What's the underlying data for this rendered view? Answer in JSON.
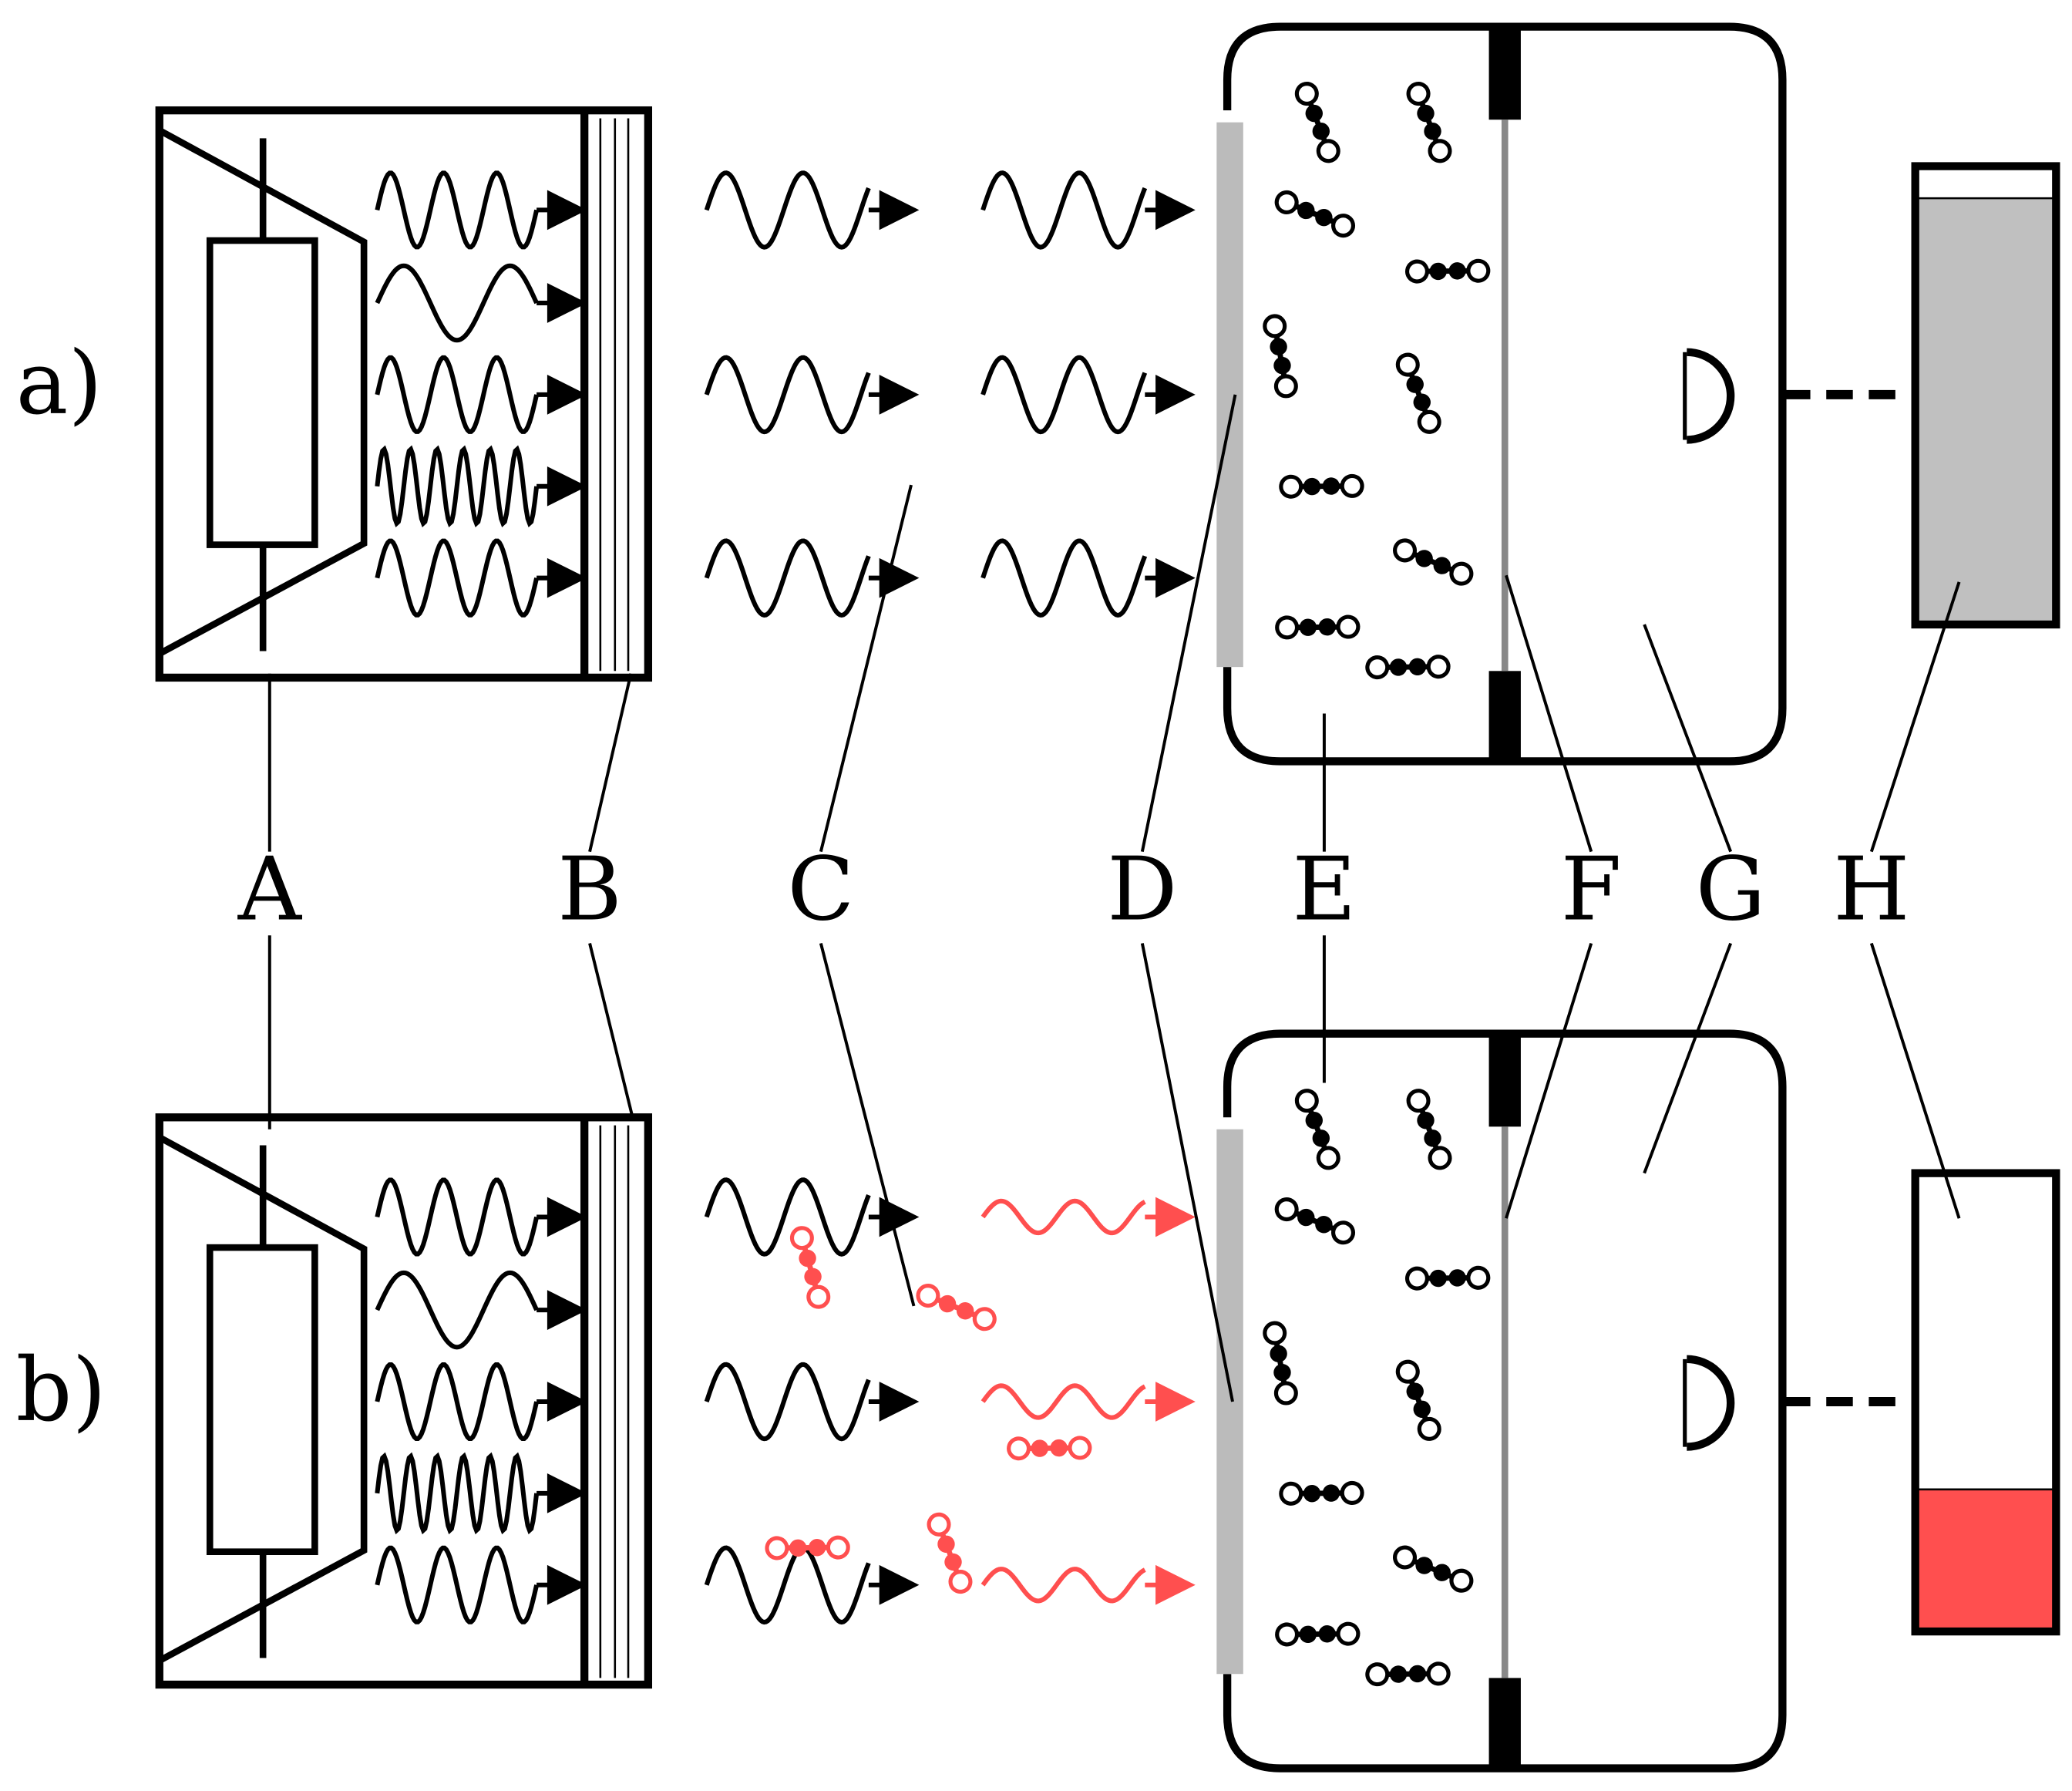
{
  "labels": [
    "A",
    "B",
    "C",
    "D",
    "E",
    "F",
    "G",
    "H"
  ],
  "rows": [
    {
      "id": "a",
      "label": "a)",
      "absorbed_waves": 0,
      "meter_fill": 0.93,
      "meter_color": "#c0c0c0"
    },
    {
      "id": "b",
      "label": "b)",
      "absorbed_waves": 3,
      "meter_fill": 0.31,
      "meter_color": "#ff4f4f"
    }
  ],
  "colors": {
    "ink": "#000000",
    "window": "#bbbbbb",
    "membrane": "#888888",
    "absorbed": "#ff4f4f"
  }
}
